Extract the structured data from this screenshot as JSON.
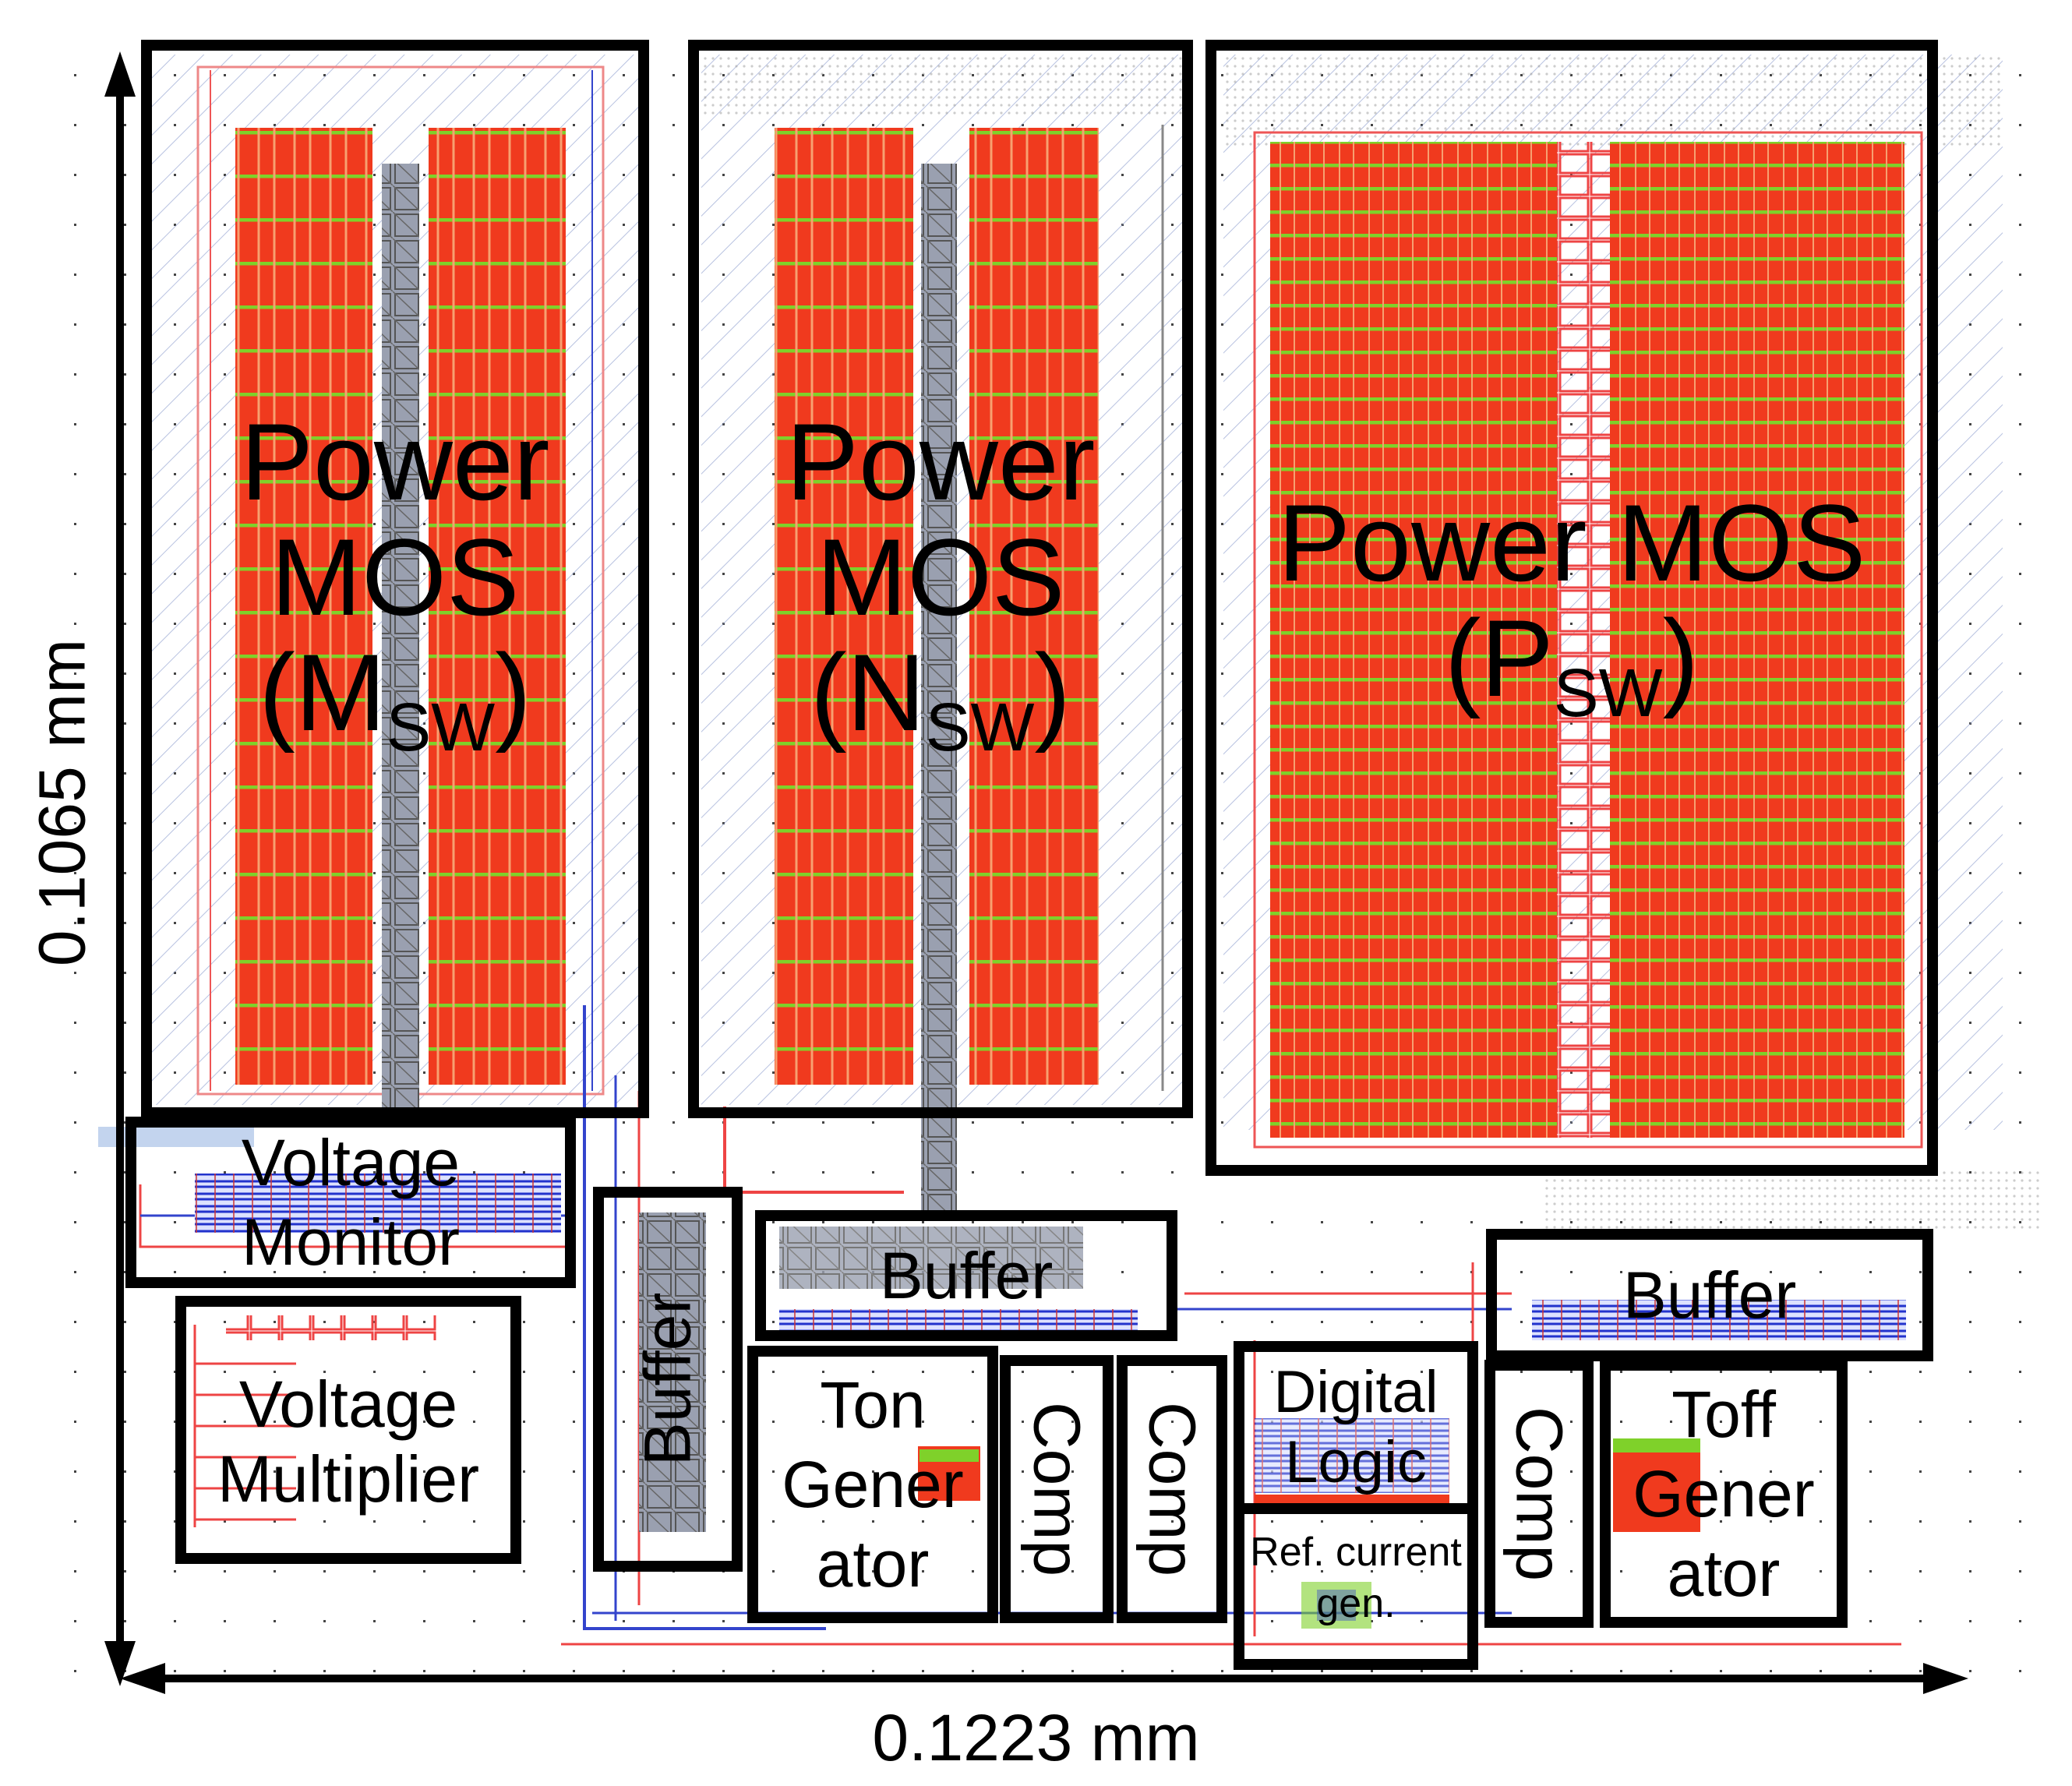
{
  "dimensions": {
    "height_label": "0.1065 mm",
    "width_label": "0.1223 mm"
  },
  "blocks": {
    "msw": {
      "line1": "Power",
      "line2": "MOS",
      "paren_open": "(",
      "main": "M",
      "sub": "SW",
      "paren_close": ")"
    },
    "nsw": {
      "line1": "Power",
      "line2": "MOS",
      "paren_open": "(",
      "main": "N",
      "sub": "SW",
      "paren_close": ")"
    },
    "psw": {
      "line1": "Power MOS",
      "paren_open": "(",
      "main": "P",
      "sub": "SW",
      "paren_close": ")"
    },
    "voltage_monitor": {
      "line1": "Voltage",
      "line2": "Monitor"
    },
    "voltage_multiplier": {
      "line1": "Voltage",
      "line2": "Multiplier"
    },
    "buffer_vertical": "Buffer",
    "buffer_center": "Buffer",
    "buffer_right": "Buffer",
    "ton_generator": {
      "line1": "Ton",
      "line2": "Gener",
      "line3": "ator"
    },
    "comp_1": "Comp",
    "comp_2": "Comp",
    "comp_3": "Comp",
    "digital_logic": {
      "line1": "Digital",
      "line2": "Logic"
    },
    "ref_current": {
      "line1": "Ref. current",
      "line2": "gen."
    },
    "toff_generator": {
      "line1": "Toff",
      "line2": "Gener",
      "line3": "ator"
    }
  },
  "colors": {
    "metal": "#ee3322",
    "poly": "#66cc22",
    "hatch": "#7788cc",
    "bus": "#3344cc",
    "wire": "#ee6666",
    "frame": "#000000"
  }
}
